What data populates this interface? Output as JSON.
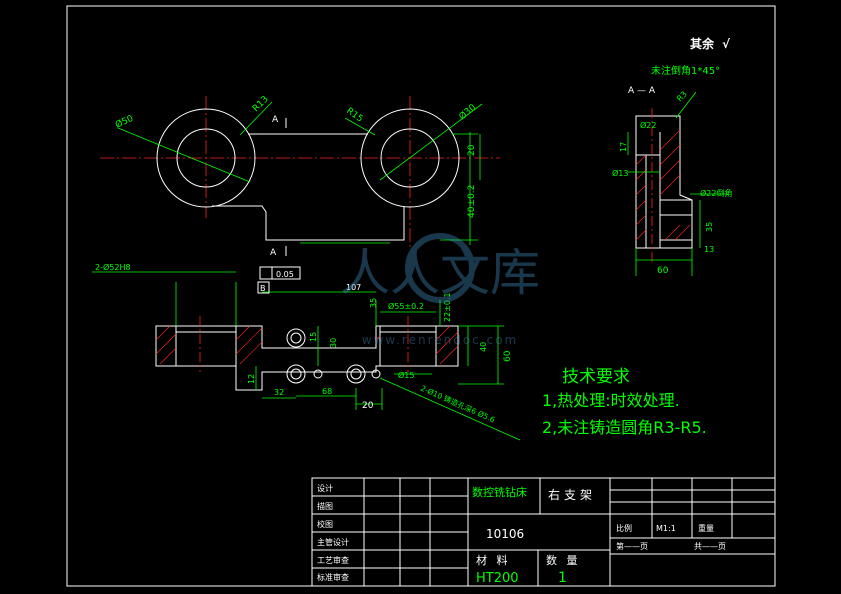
{
  "roughness_note": {
    "prefix": "其余",
    "symbol": "√"
  },
  "chamfer_note": "未注倒角1*45°",
  "section_label": "A — A",
  "section_marks": [
    "A",
    "A"
  ],
  "dims_top": {
    "d50": "Ø50",
    "r13a": "R13",
    "r15": "R15",
    "d30": "Ø30",
    "d20": "20",
    "d40": "40±0.2"
  },
  "dims_side": {
    "r3": "R3",
    "d22": "Ø22",
    "d17": "17",
    "d13": "Ø13",
    "d22c": "Ø22倒角",
    "d35": "35",
    "d13b": "13",
    "d60": "60"
  },
  "dims_front": {
    "bore": "2-Ø52H8",
    "tol": "0.05",
    "datum": "B",
    "d107": "107",
    "d35": "35",
    "d55": "Ø55±0.2",
    "d22": "22±0.1",
    "d15": "15",
    "d30": "30",
    "d40": "40",
    "d60": "60",
    "d12": "12",
    "d32": "32",
    "d68": "68",
    "d20": "20",
    "d15b": "Ø15",
    "holes": "2-Ø10 铸造孔深6 Ø5.6"
  },
  "tech_req": {
    "title": "技术要求",
    "line1": "1,热处理:时效处理.",
    "line2": "2,未注铸造圆角R3-R5."
  },
  "watermark": {
    "brand": "人人文库",
    "url": "www.renrendoc.com"
  },
  "title_block": {
    "rows": [
      "设计",
      "描图",
      "校图",
      "主管设计",
      "工艺审查",
      "标准审查"
    ],
    "machine": "数控铣钻床",
    "part_name": "右支架",
    "drawing_no": "10106",
    "material_label": "材 料",
    "quantity_label": "数 量",
    "material": "HT200",
    "quantity": "1",
    "scale_label": "比例",
    "scale": "M1:1",
    "weight_label": "重量",
    "sheet_of": "第——页",
    "sheet_total": "共——页"
  }
}
